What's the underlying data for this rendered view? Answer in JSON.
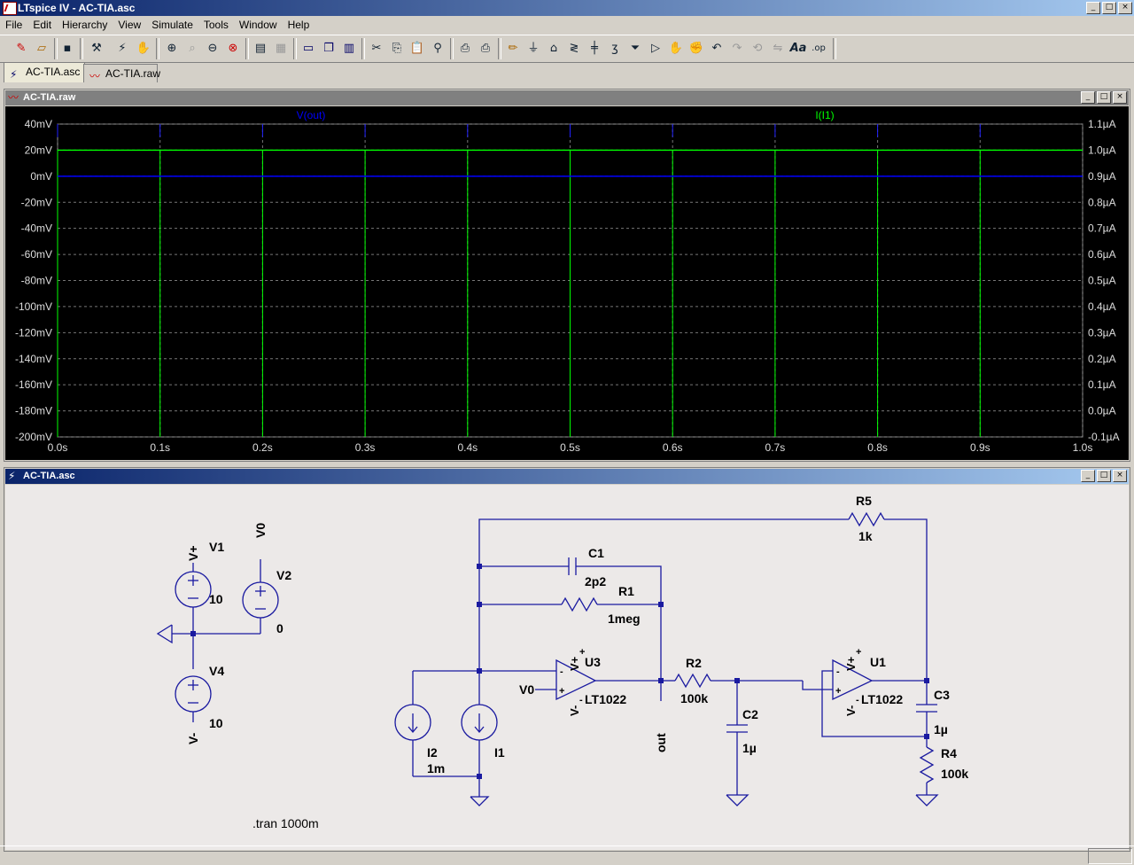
{
  "window": {
    "title": "LTspice IV - AC-TIA.asc"
  },
  "menu": [
    "File",
    "Edit",
    "Hierarchy",
    "View",
    "Simulate",
    "Tools",
    "Window",
    "Help"
  ],
  "toolbar_icons": [
    "new-schematic-icon",
    "open-icon",
    "save-icon",
    "control-panel-icon",
    "run-icon",
    "halt-icon",
    "zoom-in-icon",
    "pan-icon",
    "zoom-out-icon",
    "zoom-cancel-icon",
    "autorange-icon",
    "grid-icon",
    "tile-horizontal-icon",
    "cascade-icon",
    "tile-vertical-icon",
    "cut-icon",
    "copy-icon",
    "paste-icon",
    "find-icon",
    "print-setup-icon",
    "print-icon",
    "draw-wire-icon",
    "ground-icon",
    "label-net-icon",
    "resistor-icon",
    "capacitor-icon",
    "inductor-icon",
    "diode-icon",
    "component-icon",
    "move-icon",
    "drag-icon",
    "undo-icon",
    "redo-icon",
    "rotate-icon",
    "mirror-icon",
    "text-icon",
    "spice-directive-icon"
  ],
  "tabs": [
    {
      "label": "AC-TIA.asc",
      "icon": "schematic-icon",
      "active": true
    },
    {
      "label": "AC-TIA.raw",
      "icon": "waveform-icon",
      "active": false
    }
  ],
  "plot_window": {
    "title": "AC-TIA.raw",
    "traces": [
      {
        "name": "V(out)",
        "color": "#0000ff"
      },
      {
        "name": "I(I1)",
        "color": "#00ff00"
      }
    ]
  },
  "schematic_window": {
    "title": "AC-TIA.asc",
    "nets": [
      "V+",
      "V0",
      "V-",
      "out"
    ],
    "components": [
      {
        "ref": "V1",
        "value": "10"
      },
      {
        "ref": "V2",
        "value": "0"
      },
      {
        "ref": "V4",
        "value": "10"
      },
      {
        "ref": "R5",
        "value": "1k"
      },
      {
        "ref": "C1",
        "value": "2p2"
      },
      {
        "ref": "R1",
        "value": "1meg"
      },
      {
        "ref": "U3",
        "value": "LT1022"
      },
      {
        "ref": "R2",
        "value": "100k"
      },
      {
        "ref": "C2",
        "value": "1µ"
      },
      {
        "ref": "U1",
        "value": "LT1022"
      },
      {
        "ref": "C3",
        "value": "1µ"
      },
      {
        "ref": "R4",
        "value": "100k"
      },
      {
        "ref": "I2",
        "value": "1m"
      },
      {
        "ref": "I1",
        "value": ""
      }
    ],
    "pin_labels": {
      "plus": "+",
      "minus": "-",
      "vplus": "V+",
      "vminus": "V-"
    },
    "directive": ".tran 1000m"
  },
  "chart_data": {
    "type": "line",
    "title": "",
    "xlabel": "",
    "ylabel": "",
    "x_ticks": [
      "0.0s",
      "0.1s",
      "0.2s",
      "0.3s",
      "0.4s",
      "0.5s",
      "0.6s",
      "0.7s",
      "0.8s",
      "0.9s",
      "1.0s"
    ],
    "y_left_ticks": [
      "40mV",
      "20mV",
      "0mV",
      "-20mV",
      "-40mV",
      "-60mV",
      "-80mV",
      "-100mV",
      "-120mV",
      "-140mV",
      "-160mV",
      "-180mV",
      "-200mV"
    ],
    "y_right_ticks": [
      "1.1µA",
      "1.0µA",
      "0.9µA",
      "0.8µA",
      "0.7µA",
      "0.6µA",
      "0.5µA",
      "0.4µA",
      "0.3µA",
      "0.2µA",
      "0.1µA",
      "0.0µA",
      "-0.1µA"
    ],
    "xlim": [
      0,
      1.0
    ],
    "ylim_left": [
      -200,
      40
    ],
    "ylim_right": [
      -0.1,
      1.1
    ],
    "grid": true,
    "series": [
      {
        "name": "V(out)",
        "axis": "left",
        "x": [
          0.0,
          1.0
        ],
        "y": [
          0,
          0
        ]
      },
      {
        "name": "I(I1)",
        "axis": "right",
        "x": [
          0.0,
          1.0
        ],
        "y": [
          1.0,
          1.0
        ]
      }
    ]
  }
}
